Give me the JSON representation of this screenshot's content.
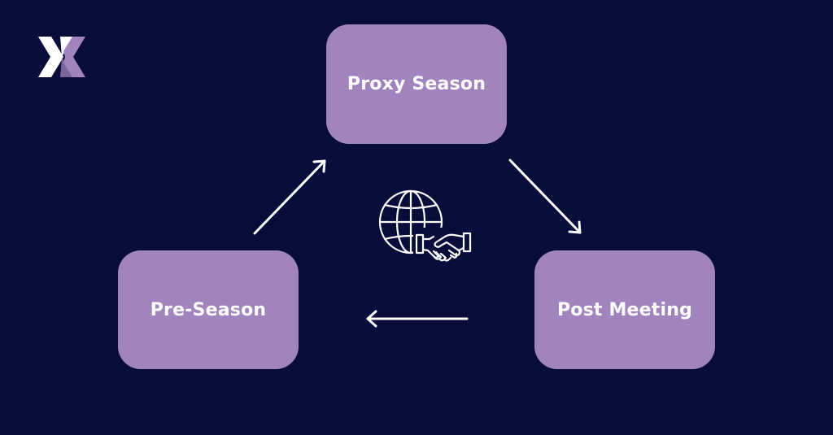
{
  "diagram": {
    "nodes": {
      "top": {
        "label": "Proxy Season"
      },
      "left": {
        "label": "Pre-Season"
      },
      "right": {
        "label": "Post Meeting"
      }
    },
    "flow": [
      {
        "from": "Pre-Season",
        "to": "Proxy Season"
      },
      {
        "from": "Proxy Season",
        "to": "Post Meeting"
      },
      {
        "from": "Post Meeting",
        "to": "Pre-Season"
      }
    ],
    "center_icon": "globe-handshake-icon",
    "logo_icon": "x-logo-icon"
  },
  "colors": {
    "background": "#080c3b",
    "node_fill": "#a184bd",
    "node_text": "#ffffff",
    "arrow": "#ffffff",
    "logo_light": "#ffffff",
    "logo_accent": "#a184bd"
  }
}
